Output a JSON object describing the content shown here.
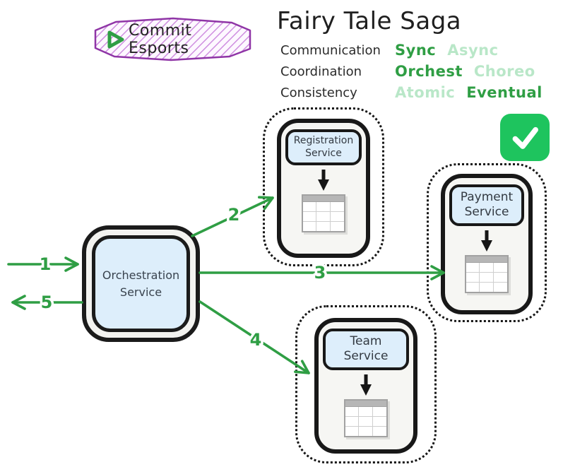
{
  "diagram_title": "Fairy Tale Saga",
  "logo": {
    "text": "Commit Esports",
    "icon": "play-icon"
  },
  "properties": [
    {
      "label": "Communication",
      "options": [
        {
          "text": "Sync",
          "active": true
        },
        {
          "text": "Async",
          "active": false
        }
      ]
    },
    {
      "label": "Coordination",
      "options": [
        {
          "text": "Orchest",
          "active": true
        },
        {
          "text": "Choreo",
          "active": false
        }
      ]
    },
    {
      "label": "Consistency",
      "options": [
        {
          "text": "Atomic",
          "active": false
        },
        {
          "text": "Eventual",
          "active": true
        }
      ]
    }
  ],
  "status": {
    "icon": "checkmark"
  },
  "nodes": [
    {
      "id": "orchestration",
      "label": "Orchestration Service",
      "has_database": false
    },
    {
      "id": "registration",
      "label": "Registration Service",
      "has_database": true
    },
    {
      "id": "payment",
      "label": "Payment Service",
      "has_database": true
    },
    {
      "id": "team",
      "label": "Team Service",
      "has_database": true
    }
  ],
  "arrows": [
    {
      "label": "1",
      "from": "external",
      "to": "Orchestration Service"
    },
    {
      "label": "2",
      "from": "Orchestration Service",
      "to": "Registration Service"
    },
    {
      "label": "3",
      "from": "Orchestration Service",
      "to": "Payment Service"
    },
    {
      "label": "4",
      "from": "Orchestration Service",
      "to": "Team Service"
    },
    {
      "label": "5",
      "from": "Orchestration Service",
      "to": "external"
    }
  ],
  "colors": {
    "active_green": "#2f9e44",
    "inactive_green": "#b9e7c8",
    "arrow_green": "#2f9e44",
    "node_fill_blue": "#ddeefb",
    "checkmark_green": "#1ec45e",
    "logo_border_purple": "#8f35a6",
    "logo_hatch_purple": "#cf8fe0",
    "ink_black": "#1b1b1b"
  }
}
